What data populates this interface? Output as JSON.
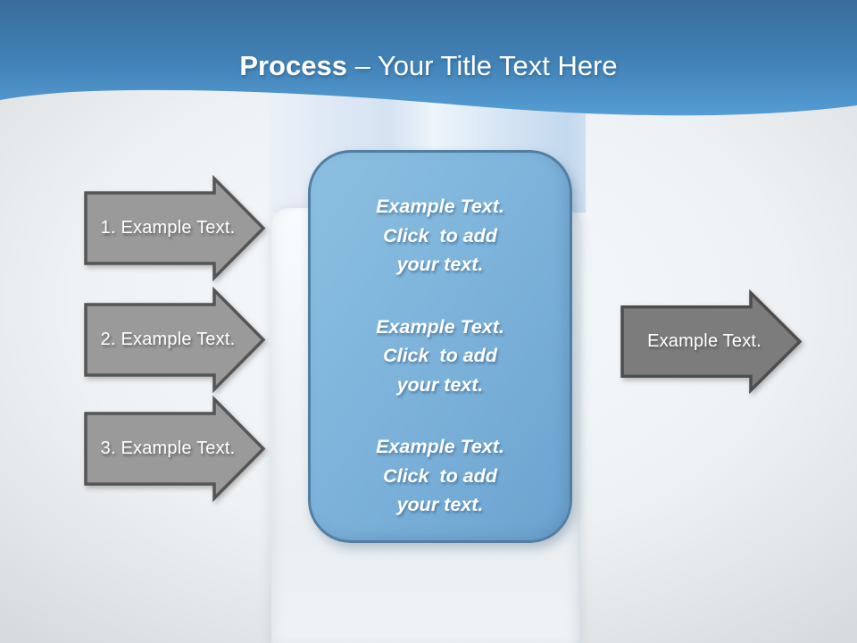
{
  "title": {
    "bold": "Process",
    "rest": " – Your Title Text Here"
  },
  "left_arrows": [
    {
      "label": "1. Example Text."
    },
    {
      "label": "2. Example Text."
    },
    {
      "label": "3. Example Text."
    }
  ],
  "right_arrow": {
    "label": "Example Text."
  },
  "center_box": {
    "paragraphs": [
      {
        "text": "Example Text.\nClick  to add\nyour text."
      },
      {
        "text": "Example Text.\nClick  to add\nyour text."
      },
      {
        "text": "Example Text.\nClick  to add\nyour text."
      }
    ]
  },
  "colors": {
    "header_gradient_top": "#3a6d9b",
    "header_gradient_bottom": "#559dd5",
    "arrow_fill": "#9a9a9a",
    "arrow_fill_dark": "#7c7c7c",
    "arrow_border": "#555555",
    "box_fill": "#7bb2da",
    "box_border": "#527ea1",
    "card_background": "#eff3f6",
    "glass_panel": "#d8e5f2",
    "text_white": "#ffffff"
  }
}
